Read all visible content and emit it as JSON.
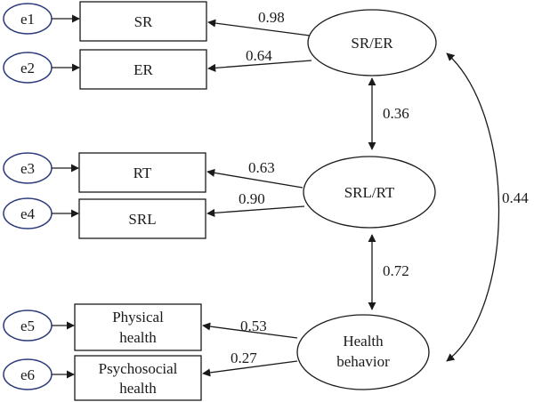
{
  "errors": [
    "e1",
    "e2",
    "e3",
    "e4",
    "e5",
    "e6"
  ],
  "observed": {
    "sr": "SR",
    "er": "ER",
    "rt": "RT",
    "srl": "SRL",
    "physical": [
      "Physical",
      "health"
    ],
    "psychosocial": [
      "Psychosocial",
      "health"
    ]
  },
  "latent": {
    "srer": "SR/ER",
    "srlrt": "SRL/RT",
    "health": [
      "Health",
      "behavior"
    ]
  },
  "loadings": {
    "sr": "0.98",
    "er": "0.64",
    "rt": "0.63",
    "srl": "0.90",
    "physical": "0.53",
    "psychosocial": "0.27"
  },
  "paths": {
    "srer_srlrt": "0.36",
    "srlrt_health": "0.72",
    "srer_health": "0.44"
  },
  "colors": {
    "error_ellipse": "#2a3a7a",
    "lines": "#1a1a1a"
  }
}
